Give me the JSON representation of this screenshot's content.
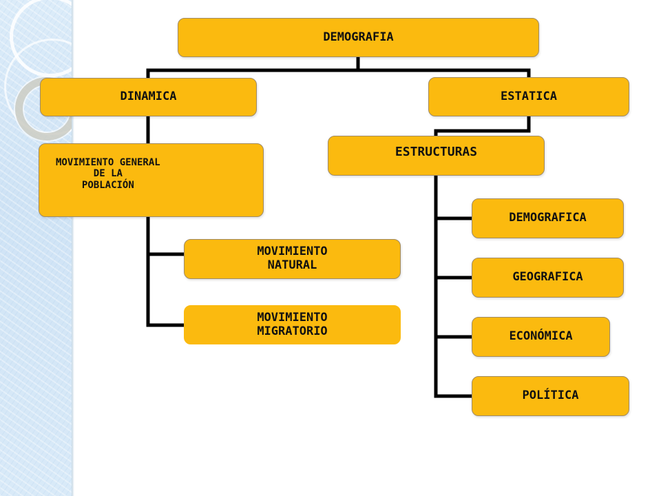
{
  "diagram": {
    "root": {
      "label": "DEMOGRAFIA"
    },
    "dinamica": {
      "label": "DINAMICA",
      "movimiento_general": {
        "label": "MOVIMIENTO GENERAL\nDE  LA\nPOBLACIÓN"
      },
      "children": [
        {
          "label": "MOVIMIENTO\nNATURAL"
        },
        {
          "label": "MOVIMIENTO\nMIGRATORIO"
        }
      ]
    },
    "estatica": {
      "label": "ESTATICA",
      "estructuras": {
        "label": "ESTRUCTURAS"
      },
      "children": [
        {
          "label": "DEMOGRAFICA"
        },
        {
          "label": "GEOGRAFICA"
        },
        {
          "label": "ECONÓMICA"
        },
        {
          "label": "POLÍTICA"
        }
      ]
    }
  },
  "colors": {
    "node_fill": "#fbba0f",
    "node_border": "#a08a63",
    "connector": "#000000",
    "sidebar": "#d6e8f7"
  }
}
